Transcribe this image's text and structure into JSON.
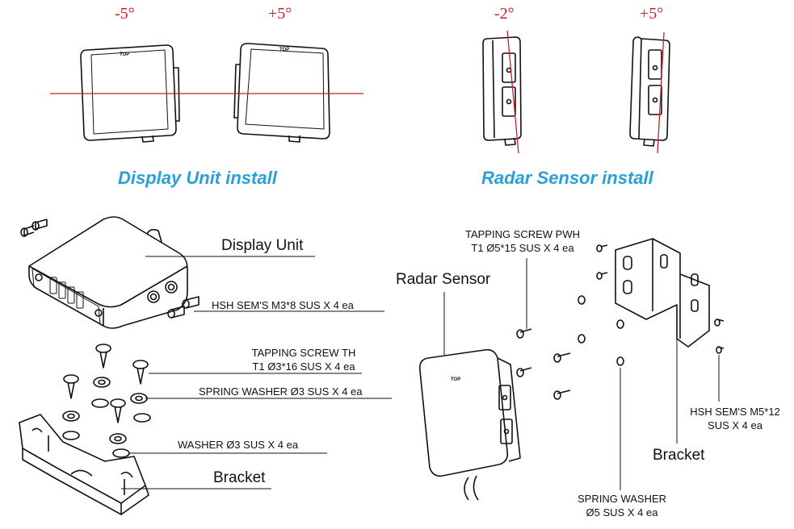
{
  "angles": {
    "display_left": "-5°",
    "display_right": "+5°",
    "radar_left": "-2°",
    "radar_right": "+5°"
  },
  "headings": {
    "display_install": "Display Unit install",
    "radar_install": "Radar Sensor install"
  },
  "device_text": {
    "top_mark": "TOP"
  },
  "labels": {
    "display_unit": "Display Unit",
    "hsh_m3": "HSH SEM'S M3*8 SUS X 4 ea",
    "tapping_th_1": "TAPPING SCREW TH",
    "tapping_th_2": "T1 Ø3*16 SUS X 4 ea",
    "spring_washer_3": "SPRING WASHER Ø3 SUS X 4 ea",
    "washer_3": "WASHER Ø3 SUS X 4 ea",
    "bracket_left": "Bracket",
    "tapping_pwh_1": "TAPPING SCREW PWH",
    "tapping_pwh_2": "T1 Ø5*15 SUS X 4 ea",
    "radar_sensor": "Radar Sensor",
    "hsh_m5_1": "HSH SEM'S M5*12",
    "hsh_m5_2": "SUS X 4 ea",
    "bracket_right": "Bracket",
    "spring_washer_5_1": "SPRING WASHER",
    "spring_washer_5_2": "Ø5 SUS X 4 ea"
  },
  "colors": {
    "angle_red": "#c8202b",
    "heading_blue": "#2a9fd8"
  }
}
